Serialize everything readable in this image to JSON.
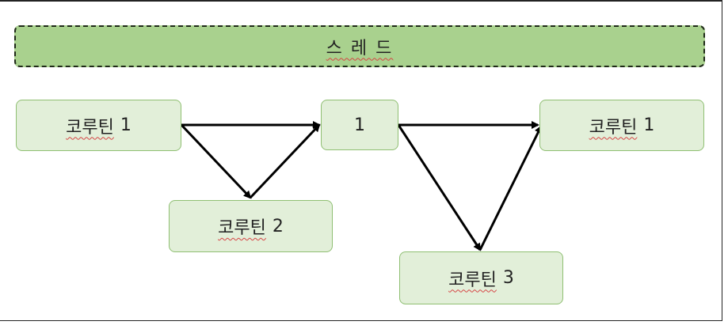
{
  "thread": {
    "label": "스 레 드"
  },
  "nodes": [
    {
      "id": "coroutine-1-start",
      "word": "코루틴",
      "num": "1"
    },
    {
      "id": "coroutine-2",
      "word": "코루틴",
      "num": "2"
    },
    {
      "id": "middle-1",
      "word": "",
      "num": "1"
    },
    {
      "id": "coroutine-3",
      "word": "코루틴",
      "num": "3"
    },
    {
      "id": "coroutine-1-end",
      "word": "코루틴",
      "num": "1"
    }
  ],
  "colors": {
    "thread_fill": "#a9d18e",
    "box_fill": "#e2efd9",
    "box_border": "#8fbf72",
    "arrow": "#000000",
    "spell_underline": "#d64545"
  }
}
